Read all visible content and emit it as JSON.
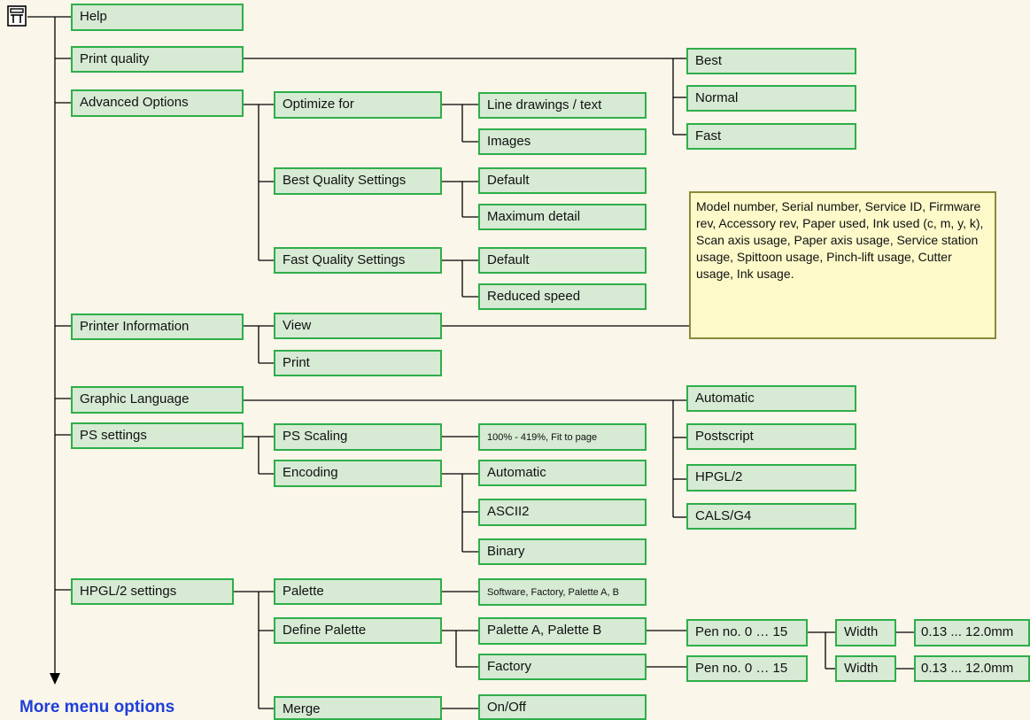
{
  "menu": {
    "help": "Help",
    "print_quality": "Print quality",
    "advanced_options": "Advanced Options",
    "printer_information": "Printer Information",
    "graphic_language": "Graphic Language",
    "ps_settings": "PS settings",
    "hpgl2_settings": "HPGL/2 settings"
  },
  "print_quality_options": {
    "best": "Best",
    "normal": "Normal",
    "fast": "Fast"
  },
  "advanced": {
    "optimize_for": "Optimize for",
    "line_drawings": "Line drawings / text",
    "images": "Images",
    "best_quality_settings": "Best Quality Settings",
    "best_default": "Default",
    "maximum_detail": "Maximum detail",
    "fast_quality_settings": "Fast Quality Settings",
    "fast_default": "Default",
    "reduced_speed": "Reduced speed"
  },
  "printer_info": {
    "view": "View",
    "print": "Print",
    "note": "Model number, Serial number, Service ID, Firmware rev, Accessory rev, Paper used, Ink used (c, m, y, k), Scan axis usage, Paper axis usage, Service station usage, Spittoon usage, Pinch-lift usage, Cutter usage, Ink usage."
  },
  "graphic_language_options": {
    "automatic": "Automatic",
    "postscript": "Postscript",
    "hpgl2": "HPGL/2",
    "cals": "CALS/G4"
  },
  "ps": {
    "ps_scaling": "PS Scaling",
    "scaling_range": "100% - 419%, Fit to page",
    "encoding": "Encoding",
    "enc_automatic": "Automatic",
    "enc_ascii2": "ASCII2",
    "enc_binary": "Binary"
  },
  "hpgl": {
    "palette": "Palette",
    "palette_options": "Software, Factory, Palette A, B",
    "define_palette": "Define Palette",
    "palette_ab": "Palette A, Palette B",
    "factory": "Factory",
    "pen_no_1": "Pen no. 0 … 15",
    "pen_no_2": "Pen no. 0 … 15",
    "width_1": "Width",
    "width_2": "Width",
    "width_range_1": "0.13 ... 12.0mm",
    "width_range_2": "0.13 ... 12.0mm",
    "merge": "Merge",
    "on_off": "On/Off"
  },
  "footer": {
    "more": "More menu options"
  },
  "icons": {
    "root": "printer-icon"
  },
  "colors": {
    "box_fill": "#d6ead4",
    "box_border": "#2fae4a",
    "note_fill": "#fdf9c9",
    "link": "#1e3fd8"
  }
}
